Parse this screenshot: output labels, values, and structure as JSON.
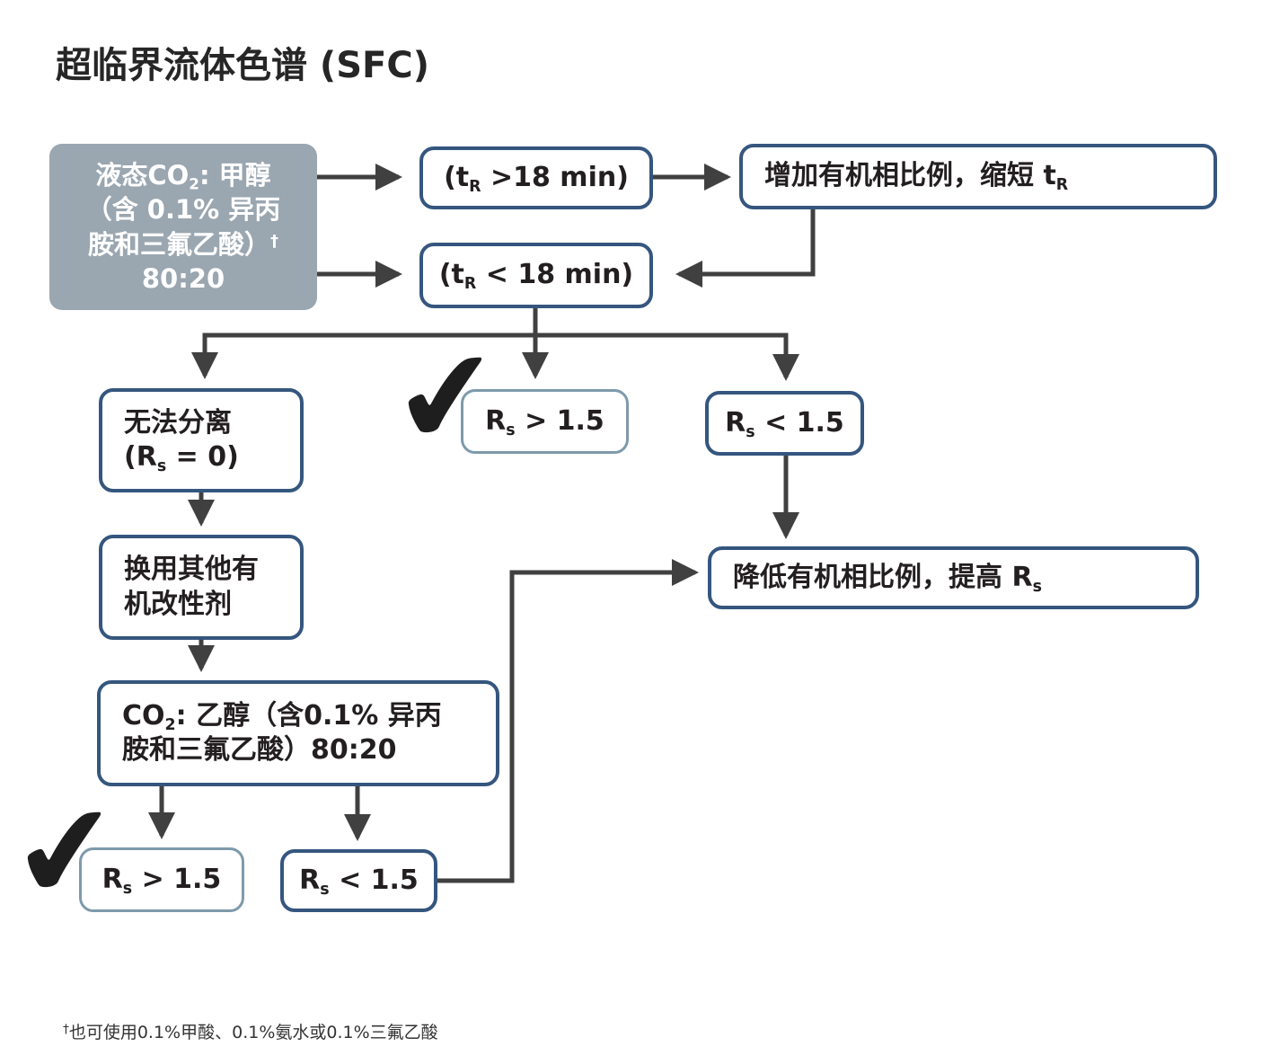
{
  "title": "超临界流体色谱 (SFC)",
  "colors": {
    "navy_border": "#35567e",
    "light_border": "#7e9aab",
    "source_fill": "#9aa6b0",
    "arrow": "#404040",
    "text": "#231f20",
    "checkmark": "#1e1e1e"
  },
  "icons": {
    "checkmark": "✔"
  },
  "nodes": {
    "source": {
      "line1_pre": "液态CO",
      "line1_sub": "2",
      "line1_post": ": 甲醇",
      "line2": "（含 0.1% 异丙",
      "line3": "胺和三氟乙酸）",
      "line3_dagger": "†",
      "line4": "80:20"
    },
    "tr_gt18": {
      "pre": "(t",
      "sub": "R",
      "post": " >18 min)"
    },
    "increase": {
      "text": "增加有机相比例，缩短 ",
      "t_pre": "t",
      "t_sub": "R"
    },
    "tr_lt18": {
      "pre": "(t",
      "sub": "R",
      "post": " < 18 min)"
    },
    "no_separation": {
      "line1": "无法分离",
      "line2_pre": "(R",
      "line2_sub": "s",
      "line2_post": " = 0)"
    },
    "rs_gt15_top": {
      "pre": "R",
      "sub": "s",
      "post": " > 1.5"
    },
    "rs_lt15_top": {
      "pre": "R",
      "sub": "s",
      "post": " < 1.5"
    },
    "decrease": {
      "text": "降低有机相比例，提高 ",
      "r_pre": "R",
      "r_sub": "s"
    },
    "switch_modifier": {
      "line1": "换用其他有",
      "line2": "机改性剂"
    },
    "co2_ethanol": {
      "line1_pre": "CO",
      "line1_sub": "2",
      "line1_post": ": 乙醇（含0.1% 异丙",
      "line2": "胺和三氟乙酸）80:20"
    },
    "rs_gt15_bottom": {
      "pre": "R",
      "sub": "s",
      "post": " > 1.5"
    },
    "rs_lt15_bottom": {
      "pre": "R",
      "sub": "s",
      "post": " < 1.5"
    }
  },
  "footnote": {
    "dagger": "†",
    "text": "也可使用0.1%甲酸、0.1%氨水或0.1%三氟乙酸"
  }
}
